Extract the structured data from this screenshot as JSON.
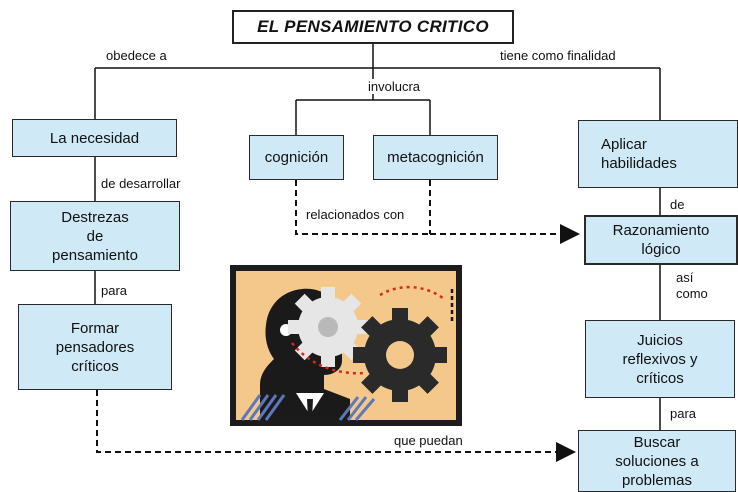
{
  "title": "EL PENSAMIENTO CRITICO",
  "nodes": {
    "necesidad": "La necesidad",
    "destrezas": "Destrezas\nde\npensamiento",
    "formar": "Formar\npensadores\ncríticos",
    "cognicion": "cognición",
    "metacognicion": "metacognición",
    "aplicar": "Aplicar\nhabilidades",
    "razonamiento": "Razonamiento\nlógico",
    "juicios": "Juicios\nreflexivos y\ncríticos",
    "buscar": "Buscar\nsoluciones a\nproblemas"
  },
  "links": {
    "obedece": "obedece a",
    "finalidad": "tiene como finalidad",
    "involucra": "involucra",
    "desarrollar": "de desarrollar",
    "relacionados": "relacionados con",
    "de": "de",
    "para_left": "para",
    "asi": "así",
    "como": "como",
    "para_right": "para",
    "que_puedan": "que puedan"
  },
  "illustration": {
    "subject": "person-head-with-gears-icon",
    "background_color": "#f3c88a",
    "frame_color": "#1c1c1c"
  }
}
